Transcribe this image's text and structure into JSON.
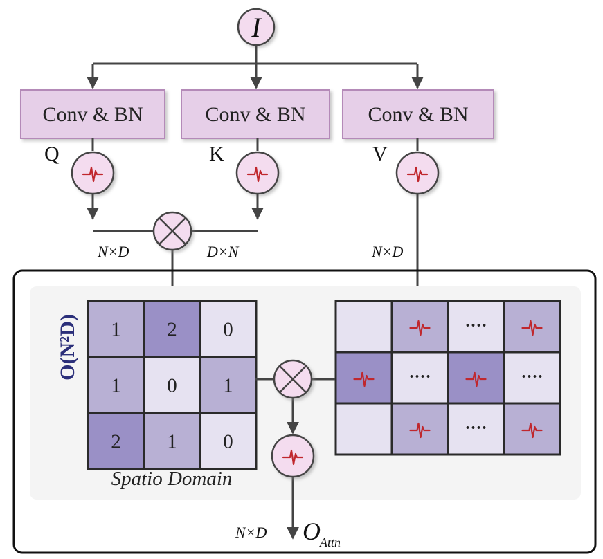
{
  "input_label": "I",
  "conv_blocks": [
    {
      "label": "Conv & BN",
      "branch": "Q"
    },
    {
      "label": "Conv & BN",
      "branch": "K"
    },
    {
      "label": "Conv & BN",
      "branch": "V"
    }
  ],
  "dims": {
    "q": "N×D",
    "k": "D×N",
    "v": "N×D",
    "out": "N×D"
  },
  "complexity_label": "O(N²D)",
  "attention_matrix": {
    "values": [
      [
        "1",
        "2",
        "0"
      ],
      [
        "1",
        "0",
        "1"
      ],
      [
        "2",
        "1",
        "0"
      ]
    ],
    "caption": "Spatio Domain"
  },
  "value_matrix": {
    "cells": [
      [
        "empty",
        "spike",
        "dots",
        "spike"
      ],
      [
        "spike",
        "dots",
        "spike",
        "dots"
      ],
      [
        "empty",
        "spike",
        "dots",
        "spike"
      ]
    ],
    "dots_text": "····"
  },
  "output": {
    "main": "O",
    "sub": "Attn"
  },
  "colors": {
    "conv_fill": "#e6cfe8",
    "conv_stroke": "#b48ab8",
    "node_fill": "#f4dcef",
    "spike": "#c0272d",
    "cell_light": "#e6e2f1",
    "cell_mid": "#b8b0d4",
    "cell_dark": "#9a90c6",
    "complexity": "#2b2f7a"
  },
  "icons": [
    "spike-activation-icon",
    "multiply-operator-icon"
  ]
}
